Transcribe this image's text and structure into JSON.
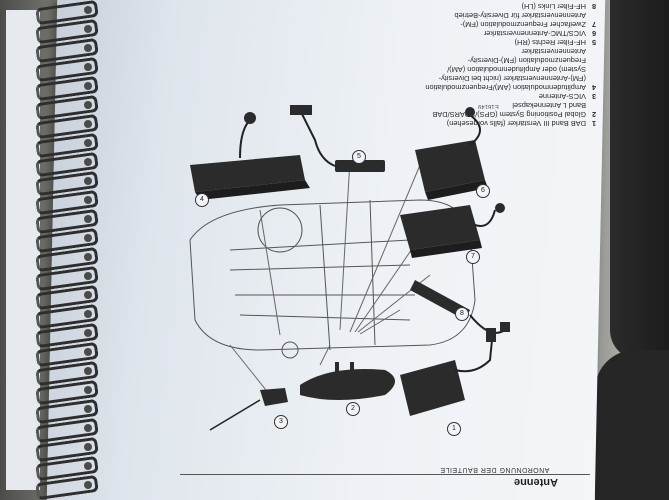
{
  "manual": {
    "chapter_title": "Antenne",
    "section_title": "ANORDNUNG DER BAUTEILE",
    "image_code": "E16149",
    "legend": [
      {
        "num": "1",
        "text": "DAB Band III Verstärker (falls vorgesehen)"
      },
      {
        "num": "2",
        "text": "Global Positioning System (GPS)/SDARS/DAB"
      },
      {
        "num": "",
        "text": "Band L Antennekapsel"
      },
      {
        "num": "3",
        "text": "VICS-Antenne"
      },
      {
        "num": "4",
        "text": "Amplitudenmodulation (AM)/Frequenzmodulation"
      },
      {
        "num": "",
        "text": "(FM)-Antennenverstärker (nicht bei Diversity-"
      },
      {
        "num": "",
        "text": "System) oder Amplitudenmodulation (AM)/"
      },
      {
        "num": "",
        "text": "Frequenzmodulation (FM)-Diversity-"
      },
      {
        "num": "",
        "text": "Antennenverstärker"
      },
      {
        "num": "5",
        "text": "HF-Filter Rechts (RH)"
      },
      {
        "num": "6",
        "text": "VICS/TMC-Antennenverstärker"
      },
      {
        "num": "7",
        "text": "Zweifacher Frequenzmodulation (FM)-"
      },
      {
        "num": "",
        "text": "Antennenverstärker für Diversity-Betrieb"
      },
      {
        "num": "8",
        "text": "HF-Filter Links (LH)"
      }
    ],
    "callouts": [
      "1",
      "2",
      "3",
      "4",
      "5",
      "6",
      "7",
      "8"
    ]
  },
  "colors": {
    "paper": "#eef2f6",
    "ink": "#2a2a2a",
    "component_dark": "#2b2b2b",
    "binding_ring": "#2e2e2e"
  }
}
